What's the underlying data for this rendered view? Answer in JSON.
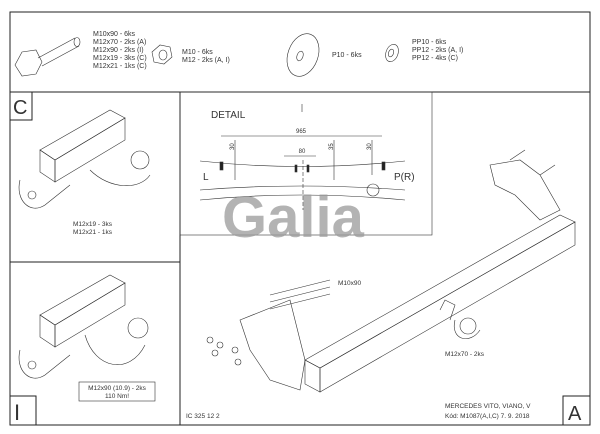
{
  "parts": {
    "bolt": [
      "M10x90 - 6ks",
      "M12x70 - 2ks (A)",
      "M12x90 - 2ks (I)",
      "M12x19 - 3ks (C)",
      "M12x21 - 1ks (C)"
    ],
    "nut": [
      "M10 - 6ks",
      "M12 - 2ks (A, I)"
    ],
    "washer_large": [
      "P10 - 6ks"
    ],
    "washer_spring": [
      "PP10 - 6ks",
      "PP12 - 2ks (A, I)",
      "PP12 - 4ks (C)"
    ]
  },
  "panel_c": {
    "letter": "C",
    "labels": [
      "M12x19 - 3ks",
      "M12x21 - 1ks"
    ]
  },
  "panel_i": {
    "letter": "I",
    "labels": [
      "M12x90 (10.9) - 2ks",
      "110 Nm!"
    ]
  },
  "detail": {
    "title": "DETAIL",
    "dim_total": "965",
    "dim_center": "80",
    "dim_left": "30",
    "dim_mid": "35",
    "dim_right": "30",
    "left_label": "L",
    "right_label": "P(R)"
  },
  "logo": "Galia",
  "main": {
    "letter": "A",
    "bolt_label": "M10x90",
    "ball_label": "M12x70 - 2ks",
    "drawing_code": "IC 325 12 2",
    "vehicle": "MERCEDES VITO, VIANO, V",
    "code": "Kód: M1087(A,I,C)  7. 9. 2018"
  }
}
